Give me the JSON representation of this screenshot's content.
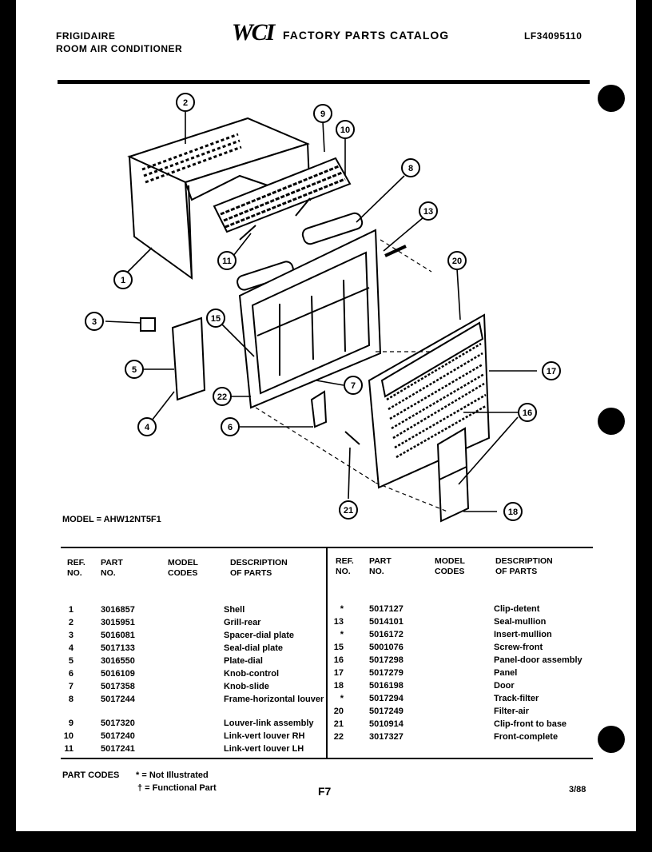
{
  "header": {
    "brand": "FRIGIDAIRE",
    "subtitle": "ROOM AIR CONDITIONER",
    "logo": "WCI",
    "catalog_title": "FACTORY PARTS CATALOG",
    "catalog_number": "LF34095110"
  },
  "diagram": {
    "callouts": [
      "1",
      "2",
      "3",
      "4",
      "5",
      "6",
      "7",
      "8",
      "9",
      "10",
      "11",
      "13",
      "15",
      "16",
      "16",
      "17",
      "18",
      "20",
      "21",
      "22"
    ]
  },
  "model": "MODEL = AHW12NT5F1",
  "table": {
    "headers": {
      "ref": "REF.\nNO.",
      "part": "PART\nNO.",
      "model": "MODEL\nCODES",
      "desc": "DESCRIPTION\nOF PARTS"
    },
    "left_rows": [
      {
        "ref": "1",
        "part": "3016857",
        "model": "",
        "desc": "Shell"
      },
      {
        "ref": "2",
        "part": "3015951",
        "model": "",
        "desc": "Grill-rear"
      },
      {
        "ref": "3",
        "part": "5016081",
        "model": "",
        "desc": "Spacer-dial plate"
      },
      {
        "ref": "4",
        "part": "5017133",
        "model": "",
        "desc": "Seal-dial plate"
      },
      {
        "ref": "5",
        "part": "3016550",
        "model": "",
        "desc": "Plate-dial"
      },
      {
        "ref": "6",
        "part": "5016109",
        "model": "",
        "desc": "Knob-control"
      },
      {
        "ref": "7",
        "part": "5017358",
        "model": "",
        "desc": "Knob-slide"
      },
      {
        "ref": "8",
        "part": "5017244",
        "model": "",
        "desc": "Frame-horizontal louver"
      },
      {
        "ref": "9",
        "part": "5017320",
        "model": "",
        "desc": "Louver-link assembly"
      },
      {
        "ref": "10",
        "part": "5017240",
        "model": "",
        "desc": "Link-vert louver RH"
      },
      {
        "ref": "11",
        "part": "5017241",
        "model": "",
        "desc": "Link-vert louver LH"
      }
    ],
    "right_rows": [
      {
        "ref": "*",
        "part": "5017127",
        "model": "",
        "desc": "Clip-detent"
      },
      {
        "ref": "13",
        "part": "5014101",
        "model": "",
        "desc": "Seal-mullion"
      },
      {
        "ref": "*",
        "part": "5016172",
        "model": "",
        "desc": "Insert-mullion"
      },
      {
        "ref": "15",
        "part": "5001076",
        "model": "",
        "desc": "Screw-front"
      },
      {
        "ref": "16",
        "part": "5017298",
        "model": "",
        "desc": "Panel-door assembly"
      },
      {
        "ref": "17",
        "part": "5017279",
        "model": "",
        "desc": "Panel"
      },
      {
        "ref": "18",
        "part": "5016198",
        "model": "",
        "desc": "Door"
      },
      {
        "ref": "*",
        "part": "5017294",
        "model": "",
        "desc": "Track-filter"
      },
      {
        "ref": "20",
        "part": "5017249",
        "model": "",
        "desc": "Filter-air"
      },
      {
        "ref": "21",
        "part": "5010914",
        "model": "",
        "desc": "Clip-front to base"
      },
      {
        "ref": "22",
        "part": "3017327",
        "model": "",
        "desc": "Front-complete"
      }
    ]
  },
  "footer": {
    "codes_label": "PART CODES",
    "code1": "* = Not Illustrated",
    "code2": "† = Functional Part",
    "page": "F7",
    "date": "3/88"
  }
}
